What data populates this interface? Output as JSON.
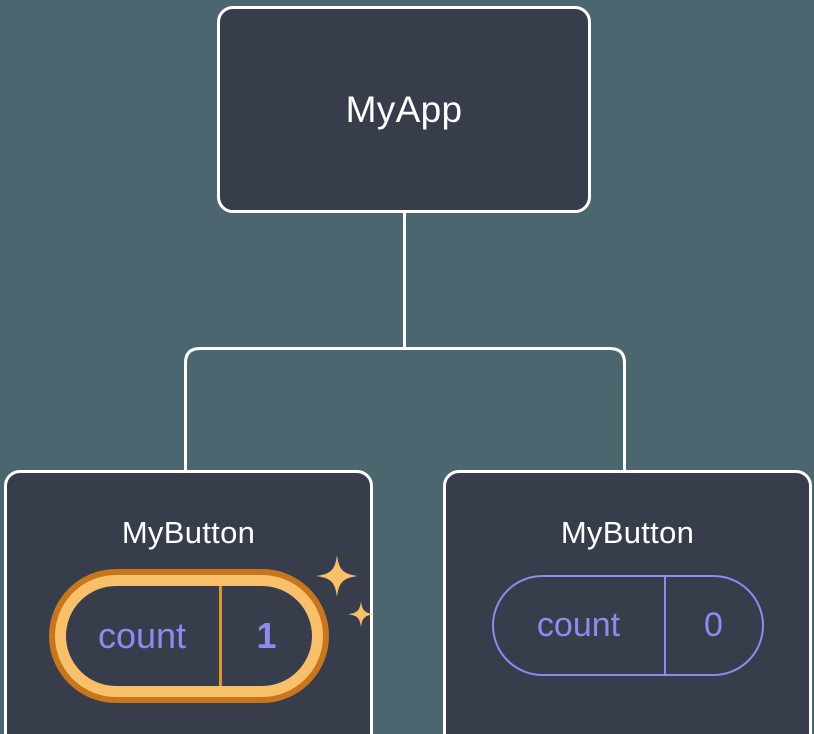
{
  "diagram": {
    "type": "component-tree",
    "background_color": "#4c6670",
    "node_fill_color": "#373d4a",
    "node_border_color": "#ffffff",
    "connector_color": "#ffffff",
    "state_color": "#8b8bf0",
    "highlight_inner_color": "#f9c06a",
    "highlight_outer_color": "#c8761e",
    "sparkle_color": "#f9c06a"
  },
  "root": {
    "title": "MyApp"
  },
  "children": [
    {
      "title": "MyButton",
      "state": {
        "key": "count",
        "value": "1"
      },
      "highlighted": true
    },
    {
      "title": "MyButton",
      "state": {
        "key": "count",
        "value": "0"
      },
      "highlighted": false
    }
  ]
}
